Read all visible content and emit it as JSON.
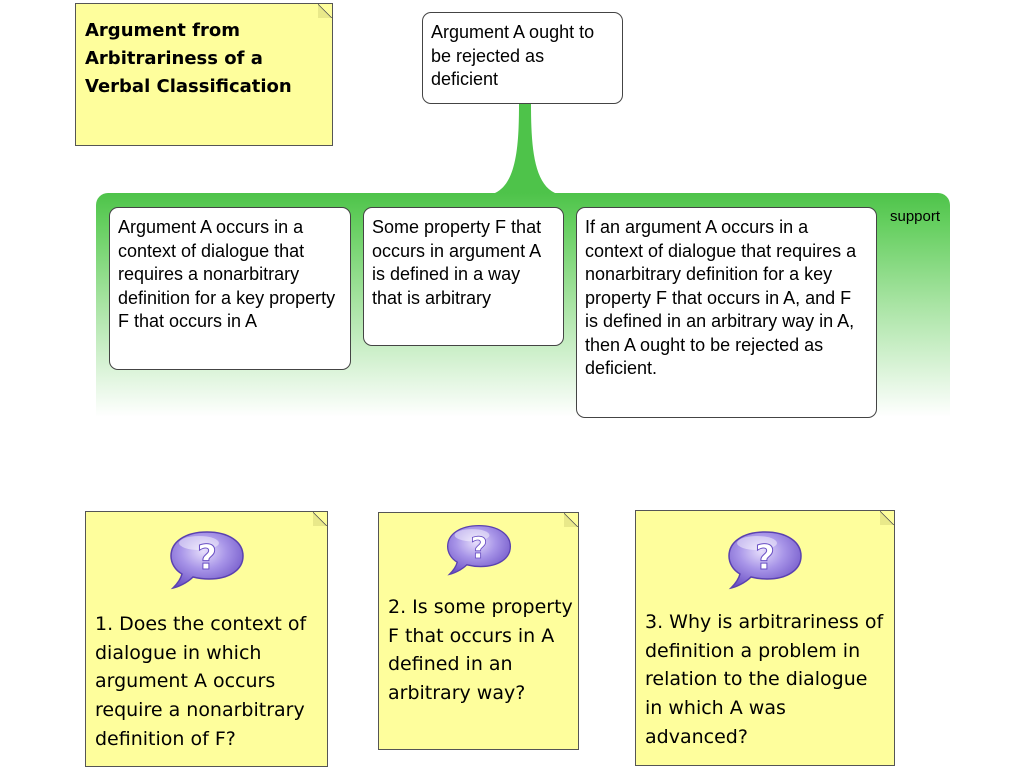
{
  "title_note": {
    "text": "Argument from Arbitrariness of a Verbal Classification"
  },
  "conclusion": {
    "text": "Argument A ought to be rejected as deficient"
  },
  "support": {
    "label": "support",
    "color": "#4ec34a",
    "premises": [
      "Argument A occurs in a context of dialogue that requires a nonarbitrary definition for a key property F that occurs in A",
      "Some property F that occurs in argument A is defined in a way that is arbitrary",
      "If an argument A occurs in a context of dialogue that requires a nonarbitrary definition for a key property F that occurs in A, and F is defined in an arbitrary way in A, then A ought to be rejected as deficient."
    ]
  },
  "questions": [
    {
      "icon": "question-bubble-icon",
      "text": "1. Does the context of dialogue in which argument A occurs require a nonarbitrary definition of F?"
    },
    {
      "icon": "question-bubble-icon",
      "text": "2. Is some property F that occurs in A defined in an arbitrary way?"
    },
    {
      "icon": "question-bubble-icon",
      "text": "3. Why is arbitrariness of definition a problem in relation to the dialogue in which A was advanced?"
    }
  ],
  "colors": {
    "note_fill": "#fefe9c",
    "support_green": "#4ec34a",
    "question_bubble": "#8a6fd6"
  }
}
